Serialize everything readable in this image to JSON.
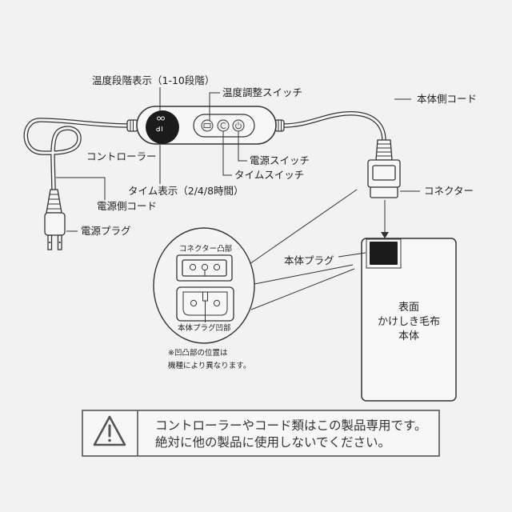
{
  "colors": {
    "background": "#f2f2f2",
    "line": "#333333",
    "text": "#222222",
    "plug": "#1b1b1b",
    "warning_border": "#555555"
  },
  "controller": {
    "temperature_display_label": "温度段階表示（1-10段階）",
    "temperature_switch_label": "温度調整スイッチ",
    "controller_label": "コントローラー",
    "power_switch_label": "電源スイッチ",
    "time_switch_label": "タイムスイッチ",
    "time_display_label": "タイム表示（2/4/8時間）",
    "icons": [
      "display-readout-icon",
      "temperature-button-icon",
      "timer-button-icon",
      "power-button-icon"
    ]
  },
  "cords": {
    "body_side_cord_label": "本体側コード",
    "power_side_cord_label": "電源側コード",
    "power_plug_label": "電源プラグ",
    "connector_label": "コネクター"
  },
  "detail_inset": {
    "connector_protrusion_label": "コネクター凸部",
    "body_plug_recess_label": "本体プラグ凹部",
    "note_lines": [
      "※凹凸部の位置は",
      "機種により異なります。"
    ]
  },
  "blanket_body": {
    "plug_label": "本体プラグ",
    "lines": [
      "表面",
      "かけしき毛布",
      "本体"
    ]
  },
  "warning": {
    "icon": "warning-triangle-icon",
    "lines": [
      "コントローラーやコード類はこの製品専用です。",
      "絶対に他の製品に使用しないでください。"
    ]
  }
}
